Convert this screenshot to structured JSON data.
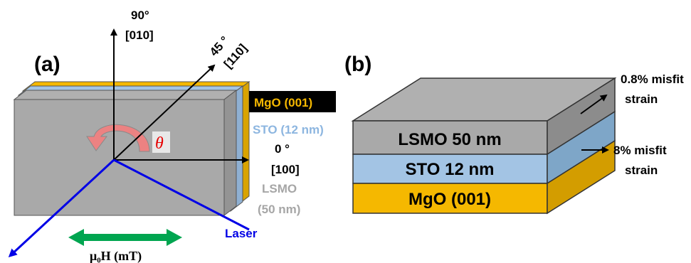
{
  "panel_a": {
    "label": "(a)",
    "axis_90": {
      "angle": "90°",
      "direction": "[010]"
    },
    "axis_45": {
      "angle": "45 °",
      "direction": "[110]"
    },
    "axis_0": {
      "angle": "0 °",
      "direction": "[100]"
    },
    "theta": "θ",
    "legend": {
      "mgo": "MgO (001)",
      "sto": "STO (12 nm)",
      "lsmo_line1": "LSMO",
      "lsmo_line2": "(50 nm)"
    },
    "laser_label": "Laser",
    "field_label": "μ₀H (mT)"
  },
  "panel_b": {
    "label": "(b)",
    "layers": {
      "lsmo": "LSMO 50 nm",
      "sto": "STO 12 nm",
      "mgo": "MgO (001)"
    },
    "annotations": {
      "top": {
        "line1": "0.8% misfit",
        "line2": "strain"
      },
      "middle": {
        "line1": "8% misfit",
        "line2": "strain"
      }
    }
  },
  "colors": {
    "mgo": "#f5b800",
    "sto": "#a3c4e4",
    "lsmo": "#a9a9a9",
    "laser": "#0000e6",
    "field_arrow": "#00a550",
    "theta": "#e60000",
    "rotation_arrow": "#f08080",
    "mgo_label_bg": "#000000",
    "sto_label": "#8db6e0",
    "lsmo_label": "#a6a6a6"
  }
}
